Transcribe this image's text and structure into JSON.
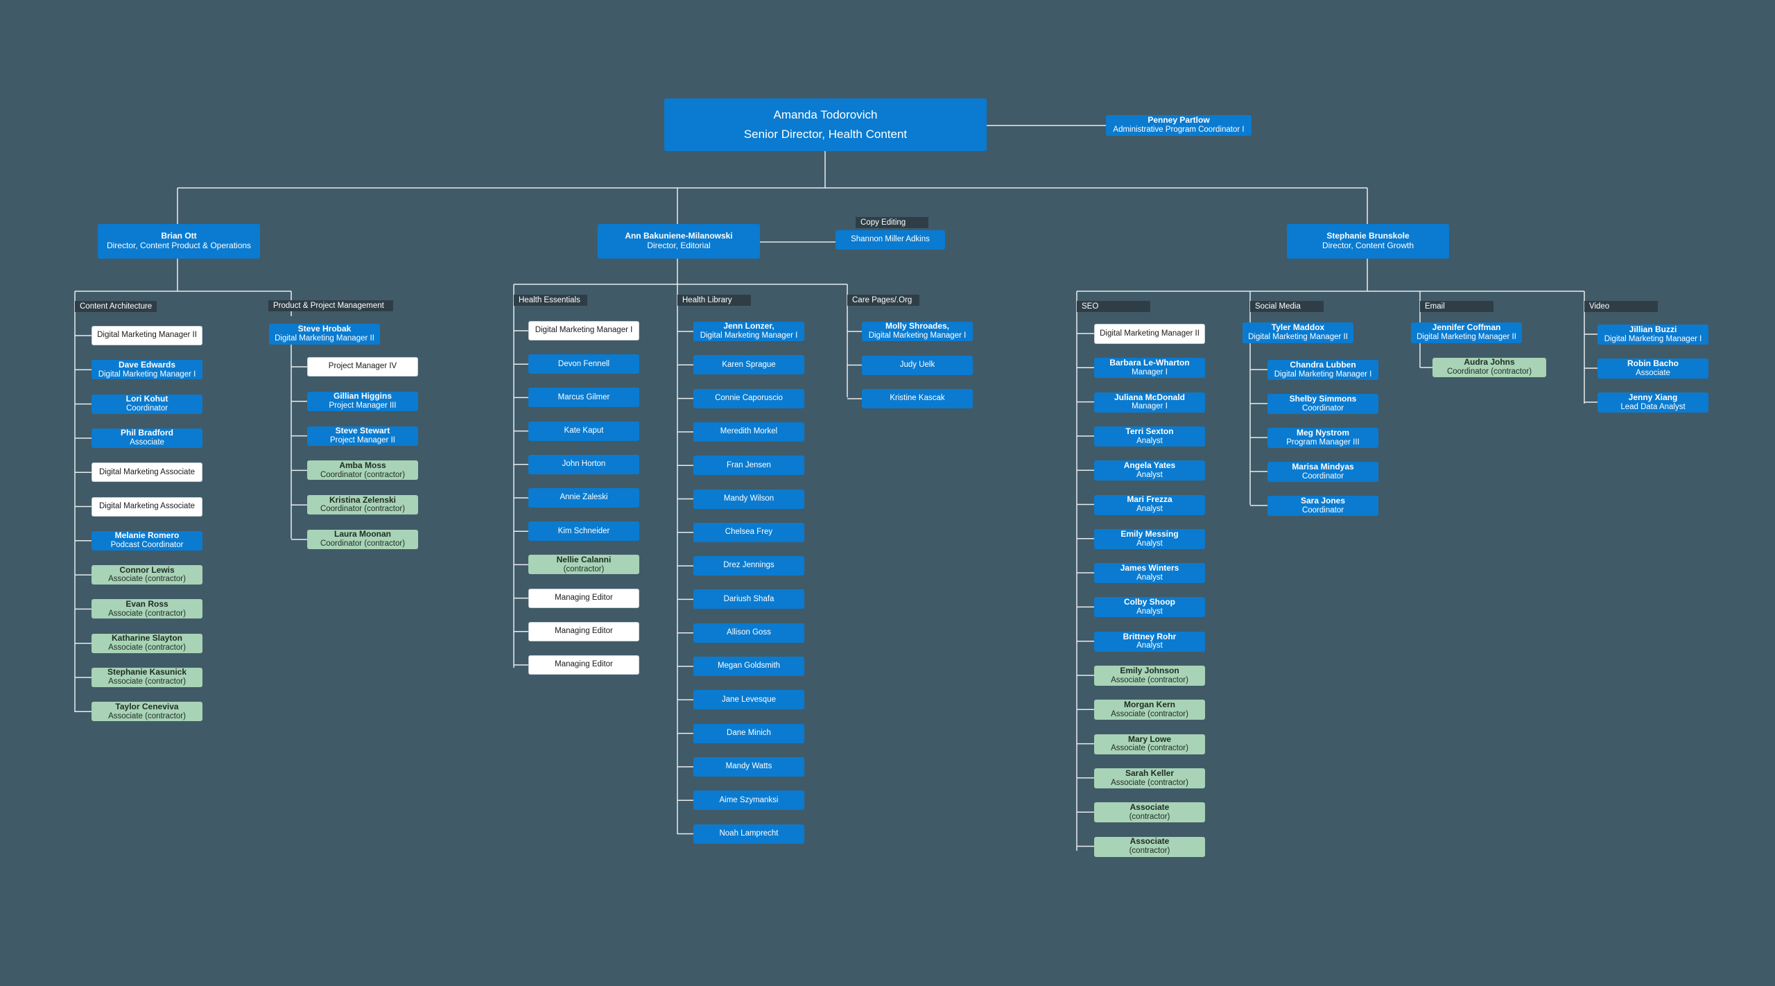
{
  "colors": {
    "background": "#415a67",
    "employee": "#0a7bd0",
    "vacant": "#ffffff",
    "contractor": "#a8d3b6",
    "label": "#2f3e46",
    "line": "#e8eef1"
  },
  "top": {
    "name": "Amanda Todorovich",
    "title": "Senior Director,  Health Content"
  },
  "assistant": {
    "name": "Penney Partlow",
    "title": "Administrative Program Coordinator I"
  },
  "directors": [
    {
      "name": "Brian Ott",
      "title": "Director, Content Product & Operations"
    },
    {
      "name": "Ann Bakuniene-Milanowski",
      "title": "Director, Editorial"
    },
    {
      "name": "Stephanie Brunskole",
      "title": "Director, Content Growth"
    }
  ],
  "copy_editing": {
    "label": "Copy Editing",
    "name": "Shannon Miller Adkins"
  },
  "teams": {
    "content_architecture": {
      "label": "Content Architecture",
      "members": [
        {
          "name": "Digital Marketing Manager II",
          "title": ""
        },
        {
          "name": "Dave Edwards",
          "title": "Digital Marketing Manager I"
        },
        {
          "name": "Lori Kohut",
          "title": "Coordinator"
        },
        {
          "name": "Phil Bradford",
          "title": "Associate"
        },
        {
          "name": "Digital Marketing Associate",
          "title": ""
        },
        {
          "name": "Digital Marketing Associate",
          "title": ""
        },
        {
          "name": "Melanie Romero",
          "title": "Podcast Coordinator"
        },
        {
          "name": "Connor Lewis",
          "title": "Associate (contractor)"
        },
        {
          "name": "Evan Ross",
          "title": "Associate (contractor)"
        },
        {
          "name": "Katharine Slayton",
          "title": "Associate (contractor)"
        },
        {
          "name": "Stephanie Kasunick",
          "title": "Associate (contractor)"
        },
        {
          "name": "Taylor Ceneviva",
          "title": "Associate (contractor)"
        }
      ]
    },
    "product_project": {
      "label": "Product & Project Management",
      "lead": {
        "name": "Steve Hrobak",
        "title": "Digital Marketing Manager II"
      },
      "members": [
        {
          "name": "Project Manager IV",
          "title": ""
        },
        {
          "name": "Gillian Higgins",
          "title": "Project Manager III"
        },
        {
          "name": "Steve Stewart",
          "title": "Project Manager II"
        },
        {
          "name": "Amba Moss",
          "title": "Coordinator (contractor)"
        },
        {
          "name": "Kristina Zelenski",
          "title": "Coordinator (contractor)"
        },
        {
          "name": "Laura Moonan",
          "title": "Coordinator (contractor)"
        }
      ]
    },
    "health_essentials": {
      "label": "Health Essentials",
      "members": [
        {
          "name": "Digital Marketing Manager I"
        },
        {
          "name": "Devon Fennell"
        },
        {
          "name": "Marcus Gilmer"
        },
        {
          "name": "Kate Kaput"
        },
        {
          "name": "John Horton"
        },
        {
          "name": "Annie Zaleski"
        },
        {
          "name": "Kim Schneider"
        },
        {
          "name": "Nellie Calanni",
          "title": "(contractor)"
        },
        {
          "name": "Managing Editor"
        },
        {
          "name": "Managing Editor"
        },
        {
          "name": "Managing Editor"
        }
      ]
    },
    "health_library": {
      "label": "Health Library",
      "members": [
        {
          "name": "Jenn Lonzer,",
          "title": "Digital Marketing Manager I"
        },
        {
          "name": "Karen Sprague"
        },
        {
          "name": "Connie Caporuscio"
        },
        {
          "name": "Meredith Morkel"
        },
        {
          "name": "Fran Jensen"
        },
        {
          "name": "Mandy Wilson"
        },
        {
          "name": "Chelsea Frey"
        },
        {
          "name": "Drez Jennings"
        },
        {
          "name": "Dariush Shafa"
        },
        {
          "name": "Allison Goss"
        },
        {
          "name": "Megan Goldsmith"
        },
        {
          "name": "Jane Levesque"
        },
        {
          "name": "Dane Minich"
        },
        {
          "name": "Mandy Watts"
        },
        {
          "name": "Aime Szymanksi"
        },
        {
          "name": "Noah Lamprecht"
        }
      ]
    },
    "care_pages": {
      "label": "Care Pages/.Org",
      "members": [
        {
          "name": "Molly Shroades,",
          "title": "Digital Marketing Manager I"
        },
        {
          "name": "Judy Uelk"
        },
        {
          "name": "Kristine Kascak"
        }
      ]
    },
    "seo": {
      "label": "SEO",
      "members": [
        {
          "name": "Digital Marketing Manager II",
          "title": ""
        },
        {
          "name": "Barbara Le-Wharton",
          "title": "Manager I"
        },
        {
          "name": "Juliana McDonald",
          "title": "Manager I"
        },
        {
          "name": "Terri Sexton",
          "title": "Analyst"
        },
        {
          "name": "Angela Yates",
          "title": "Analyst"
        },
        {
          "name": "Mari Frezza",
          "title": "Analyst"
        },
        {
          "name": "Emily Messing",
          "title": "Analyst"
        },
        {
          "name": "James Winters",
          "title": "Analyst"
        },
        {
          "name": "Colby Shoop",
          "title": "Analyst"
        },
        {
          "name": "Brittney Rohr",
          "title": "Analyst"
        },
        {
          "name": "Emily Johnson",
          "title": "Associate (contractor)"
        },
        {
          "name": "Morgan Kern",
          "title": "Associate (contractor)"
        },
        {
          "name": "Mary Lowe",
          "title": "Associate (contractor)"
        },
        {
          "name": "Sarah Keller",
          "title": "Associate (contractor)"
        },
        {
          "name": "Associate",
          "title": "(contractor)"
        },
        {
          "name": "Associate",
          "title": "(contractor)"
        }
      ]
    },
    "social_media": {
      "label": "Social Media",
      "lead": {
        "name": "Tyler Maddox",
        "title": "Digital Marketing Manager II"
      },
      "members": [
        {
          "name": "Chandra Lubben",
          "title": "Digital Marketing Manager I"
        },
        {
          "name": "Shelby Simmons",
          "title": "Coordinator"
        },
        {
          "name": "Meg Nystrom",
          "title": "Program Manager III"
        },
        {
          "name": "Marisa Mindyas",
          "title": "Coordinator"
        },
        {
          "name": "Sara Jones",
          "title": "Coordinator"
        }
      ]
    },
    "email": {
      "label": "Email",
      "lead": {
        "name": "Jennifer Coffman",
        "title": "Digital Marketing Manager II"
      },
      "members": [
        {
          "name": "Audra Johns",
          "title": "Coordinator (contractor)"
        }
      ]
    },
    "video": {
      "label": "Video",
      "members": [
        {
          "name": "Jillian Buzzi",
          "title": "Digital Marketing Manager I"
        },
        {
          "name": "Robin Bacho",
          "title": "Associate"
        },
        {
          "name": "Jenny Xiang",
          "title": "Lead Data Analyst"
        }
      ]
    }
  }
}
